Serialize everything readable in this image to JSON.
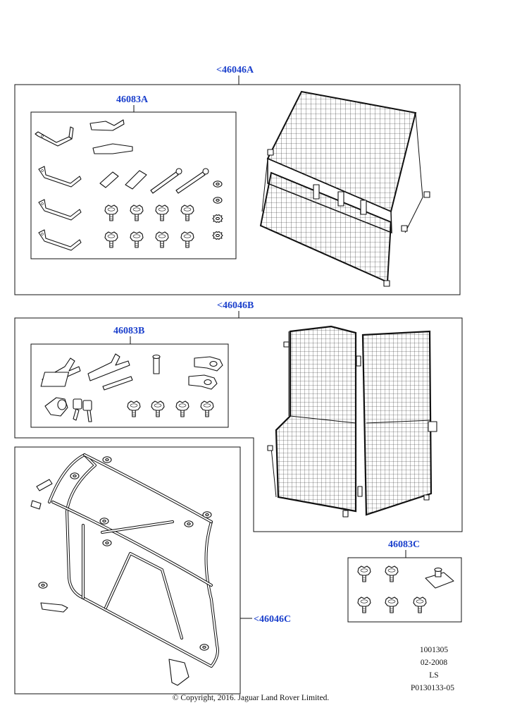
{
  "callouts": {
    "kit_a": "<46046A",
    "kit_a_parts": "46083A",
    "kit_b": "<46046B",
    "kit_b_parts": "46083B",
    "kit_c": "<46046C",
    "kit_c_parts": "46083C"
  },
  "reference": {
    "line1": "1001305",
    "line2": "02-2008",
    "line3": "LS",
    "line4": "P0130133-05"
  },
  "copyright": "© Copyright, 2016. Jaguar Land Rover Limited."
}
